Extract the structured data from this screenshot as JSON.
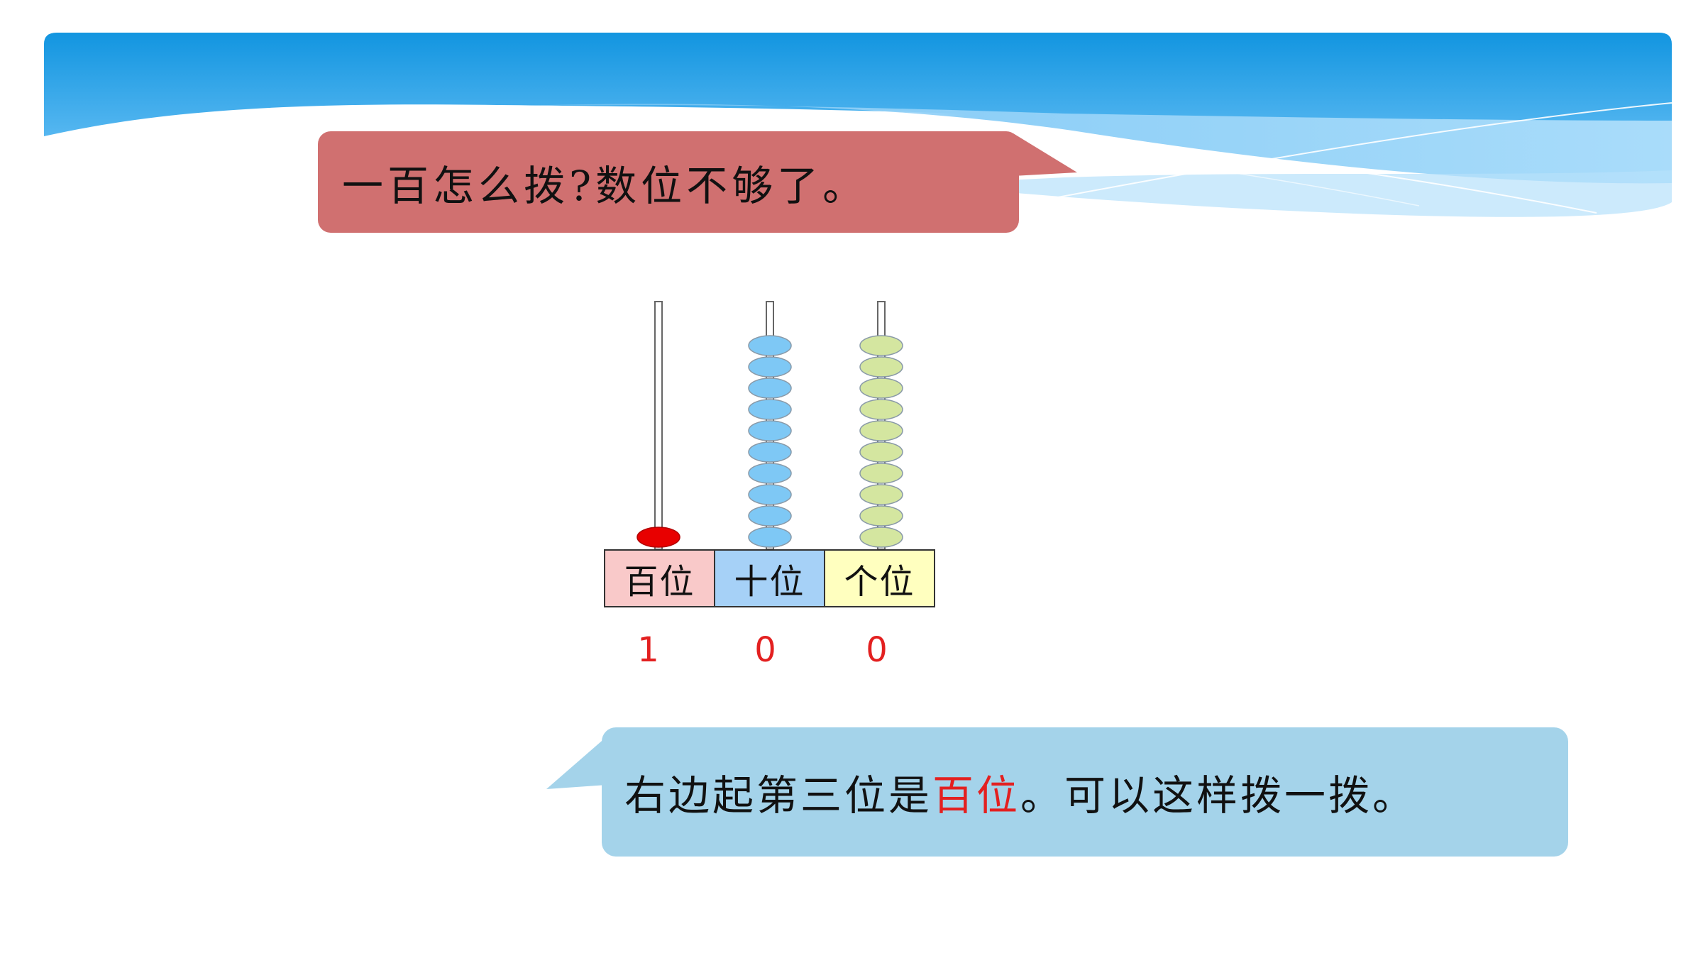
{
  "slide": {
    "question_text": "一百怎么拨?数位不够了。",
    "answer_prefix": "右边起第三位是",
    "answer_highlight": "百位",
    "answer_suffix": "。可以这样拨一拨。"
  },
  "abacus": {
    "places": [
      {
        "label": "百位",
        "value": "1",
        "beads": 1,
        "bead_color": "#e80000",
        "cell_color": "#f9c9c9"
      },
      {
        "label": "十位",
        "value": "0",
        "beads": 10,
        "bead_color": "#7ec8f5",
        "cell_color": "#a6d1f7"
      },
      {
        "label": "个位",
        "value": "0",
        "beads": 10,
        "bead_color": "#d4e6a0",
        "cell_color": "#ffffbf"
      }
    ]
  },
  "colors": {
    "question_bubble": "#d07070",
    "answer_bubble": "#a4d3ea",
    "highlight": "#e32020",
    "header_blue": "#1a9be3"
  }
}
